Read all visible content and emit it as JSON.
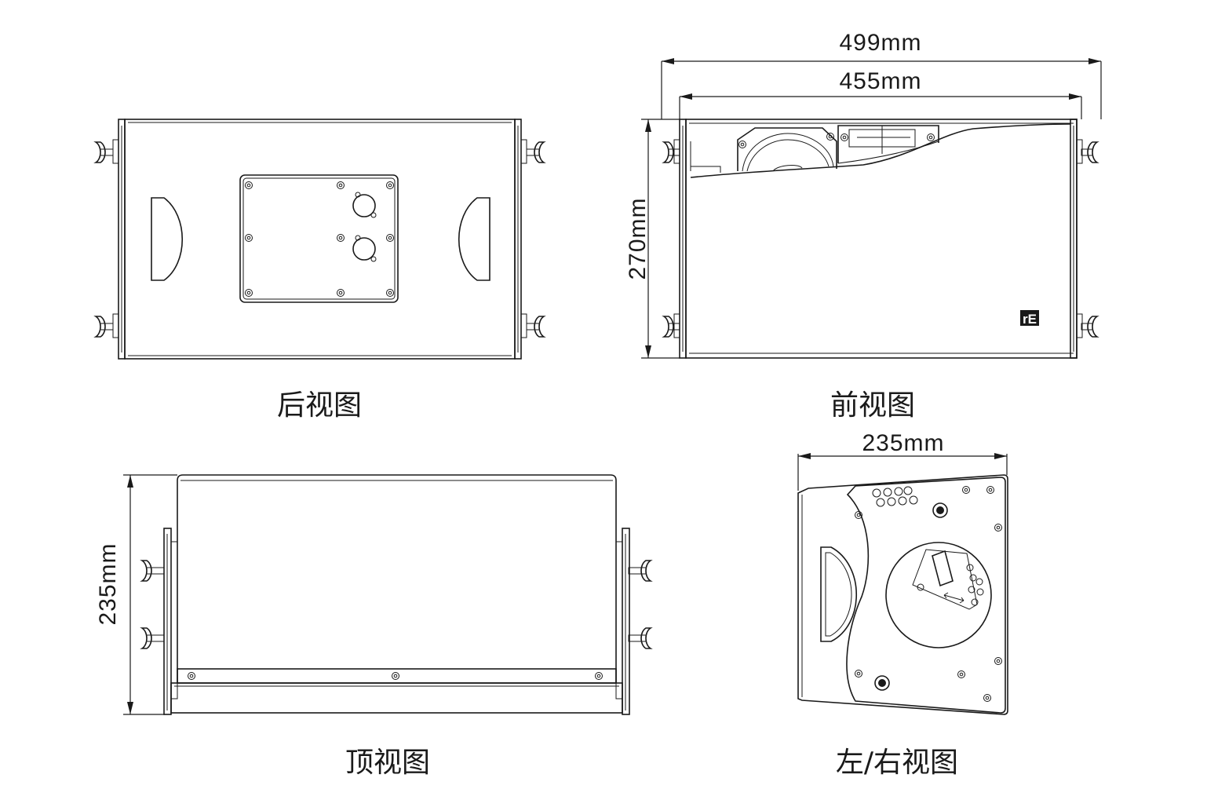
{
  "views": {
    "rear": {
      "caption": "后视图"
    },
    "front": {
      "caption": "前视图"
    },
    "top": {
      "caption": "顶视图"
    },
    "side": {
      "caption": "左/右视图"
    }
  },
  "dimensions": {
    "overall_width": "499mm",
    "cabinet_width": "455mm",
    "height": "270mm",
    "depth_top": "235mm",
    "depth_side": "235mm"
  },
  "colors": {
    "line": "#1a1a1a",
    "background": "#ffffff"
  },
  "icons": {
    "brand_logo": "re-logo-icon"
  }
}
